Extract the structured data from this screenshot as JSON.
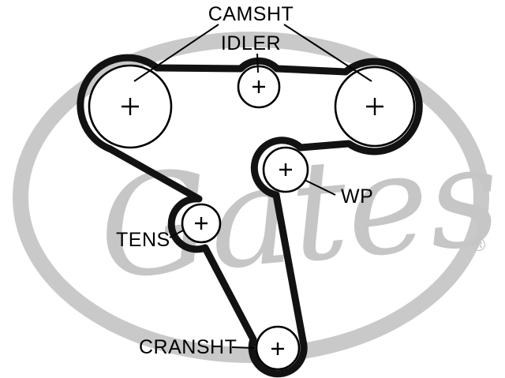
{
  "diagram": {
    "type": "timing-belt-routing-diagram",
    "labels": {
      "camshaft": "CAMSHT",
      "idler": "IDLER",
      "water_pump": "WP",
      "tensioner": "TENS",
      "crankshaft": "CRANSHT"
    },
    "watermark": {
      "brand": "Gates",
      "registered_mark": "®"
    },
    "colors": {
      "belt": "#121212",
      "outline": "#000000",
      "label_text": "#000000",
      "watermark_gray": "#c9c9c9",
      "watermark_text_gray": "#c6c6c6",
      "background": "#ffffff"
    },
    "pulleys": [
      {
        "id": "camshaft-left",
        "label": "CAMSHT"
      },
      {
        "id": "camshaft-right",
        "label": "CAMSHT"
      },
      {
        "id": "idler",
        "label": "IDLER"
      },
      {
        "id": "water-pump",
        "label": "WP"
      },
      {
        "id": "tensioner",
        "label": "TENS"
      },
      {
        "id": "crankshaft",
        "label": "CRANSHT"
      }
    ]
  }
}
